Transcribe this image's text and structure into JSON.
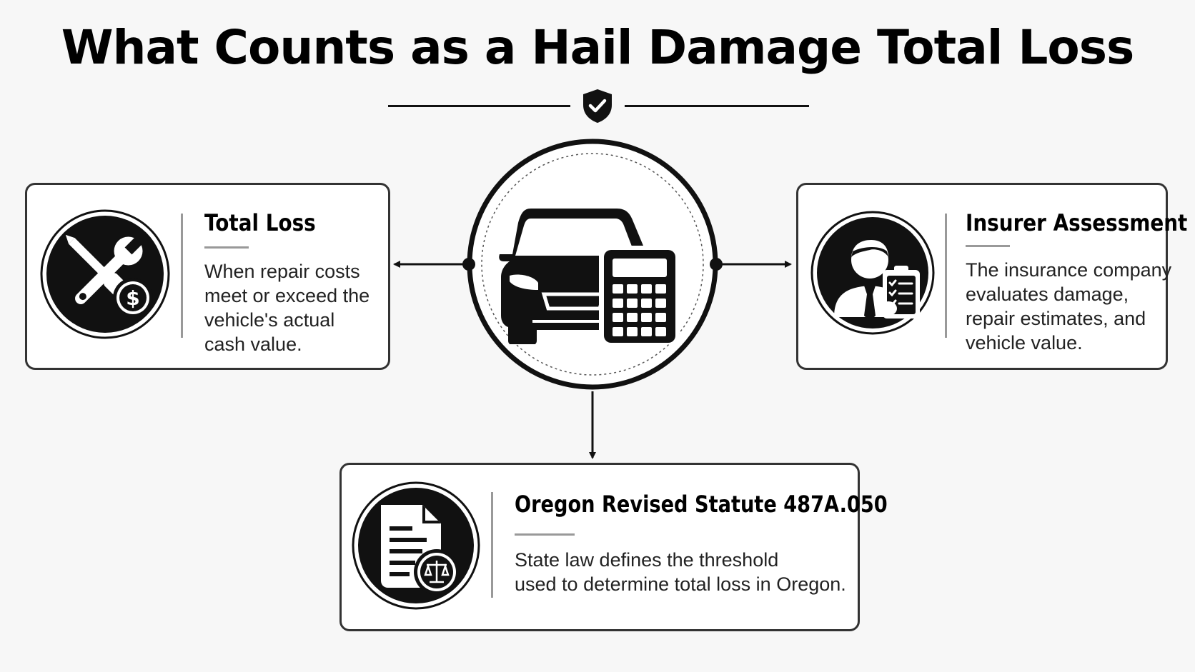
{
  "title": "What Counts as a Hail Damage Total Loss",
  "header_icon": "shield-check-icon",
  "center_icon": "car-with-calculator-icon",
  "cards": [
    {
      "id": "total-loss",
      "title": "Total Loss",
      "icon": "wrench-screwdriver-dollar-icon",
      "body_lines": [
        "When repair costs",
        "meet or exceed the",
        "vehicle's actual",
        "cash value."
      ]
    },
    {
      "id": "insurer-assessment",
      "title": "Insurer Assessment",
      "icon": "insurance-adjuster-clipboard-icon",
      "body_lines": [
        "The insurance company",
        "evaluates damage,",
        "repair estimates, and",
        "vehicle value."
      ]
    },
    {
      "id": "oregon-statute",
      "title": "Oregon Revised Statute 487A.050",
      "icon": "legal-document-scales-icon",
      "body_lines": [
        "State law defines the threshold",
        "used to determine total loss in Oregon."
      ]
    }
  ],
  "colors": {
    "ink": "#111111",
    "card_border": "#333333",
    "divider": "#999999",
    "background": "#f7f7f7"
  }
}
